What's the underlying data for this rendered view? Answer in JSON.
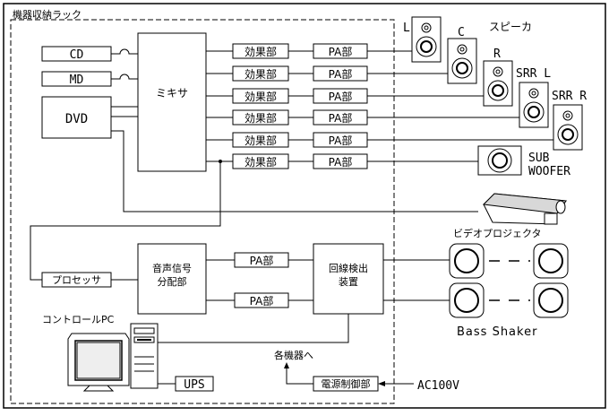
{
  "rack": {
    "title": "機器収納ラック"
  },
  "sources": {
    "cd": "CD",
    "md": "MD",
    "dvd": "DVD"
  },
  "mixer": {
    "label": "ミキサ"
  },
  "channels": [
    {
      "effect": "効果部",
      "pa": "PA部"
    },
    {
      "effect": "効果部",
      "pa": "PA部"
    },
    {
      "effect": "効果部",
      "pa": "PA部"
    },
    {
      "effect": "効果部",
      "pa": "PA部"
    },
    {
      "effect": "効果部",
      "pa": "PA部"
    },
    {
      "effect": "効果部",
      "pa": "PA部"
    }
  ],
  "speakers": {
    "heading": "スピーカ",
    "l": "L",
    "c": "C",
    "r": "R",
    "srr_l": "SRR L",
    "srr_r": "SRR R",
    "sub_line1": "SUB",
    "sub_line2": "WOOFER"
  },
  "projector": {
    "label": "ビデオプロジェクタ"
  },
  "processor": {
    "label": "プロセッサ"
  },
  "distributor": {
    "line1": "音声信号",
    "line2": "分配部"
  },
  "pa_lower": [
    "PA部",
    "PA部"
  ],
  "detector": {
    "line1": "回線検出",
    "line2": "装置"
  },
  "bass_shaker": {
    "label": "Bass Shaker"
  },
  "pc": {
    "label": "コントロールPC"
  },
  "ups": {
    "label": "UPS"
  },
  "to_devices": {
    "label": "各機器へ"
  },
  "power": {
    "label": "電源制御部",
    "input": "AC100V"
  }
}
